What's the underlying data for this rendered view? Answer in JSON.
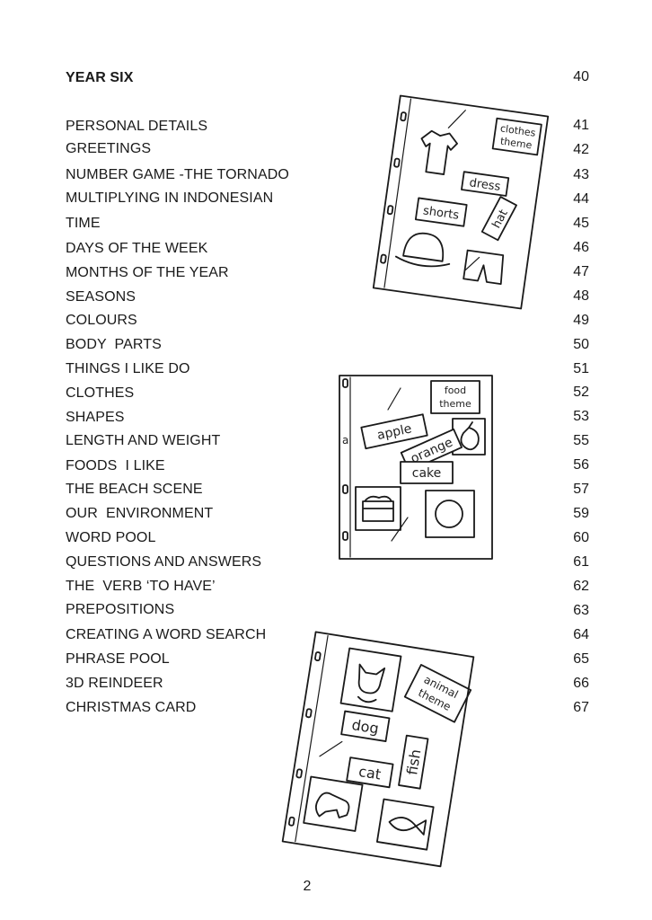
{
  "heading": {
    "title": "YEAR SIX",
    "page": "40"
  },
  "entries": [
    {
      "title": "PERSONAL DETAILS",
      "page": "41"
    },
    {
      "title": "GREETINGS",
      "page": "42"
    },
    {
      "title": "NUMBER GAME -THE TORNADO",
      "page": "43"
    },
    {
      "title": "MULTIPLYING IN INDONESIAN",
      "page": "44"
    },
    {
      "title": "TIME",
      "page": "45"
    },
    {
      "title": "DAYS OF THE WEEK",
      "page": "46"
    },
    {
      "title": "MONTHS OF THE YEAR",
      "page": "47"
    },
    {
      "title": "SEASONS",
      "page": "48"
    },
    {
      "title": "COLOURS",
      "page": "49"
    },
    {
      "title": "BODY  PARTS",
      "page": "50"
    },
    {
      "title": "THINGS I LIKE DO",
      "page": "51"
    },
    {
      "title": "CLOTHES",
      "page": "52"
    },
    {
      "title": "SHAPES",
      "page": "53"
    },
    {
      "title": "LENGTH AND WEIGHT",
      "page": "55"
    },
    {
      "title": "FOODS  I LIKE",
      "page": "56"
    },
    {
      "title": "THE BEACH SCENE",
      "page": "57"
    },
    {
      "title": "OUR  ENVIRONMENT",
      "page": "59"
    },
    {
      "title": "WORD POOL",
      "page": "60"
    },
    {
      "title": "QUESTIONS AND ANSWERS",
      "page": "61"
    },
    {
      "title": "THE  VERB ‘TO HAVE’",
      "page": "62"
    },
    {
      "title": "PREPOSITIONS",
      "page": "63"
    },
    {
      "title": "CREATING A WORD SEARCH",
      "page": "64"
    },
    {
      "title": "PHRASE POOL",
      "page": "65"
    },
    {
      "title": "3D REINDEER",
      "page": "66"
    },
    {
      "title": "CHRISTMAS CARD",
      "page": "67"
    }
  ],
  "illustrations": {
    "clothes": {
      "theme_line1": "clothes",
      "theme_line2": "theme",
      "word1": "dress",
      "word2": "shorts",
      "word3": "hat"
    },
    "food": {
      "theme_line1": "food",
      "theme_line2": "theme",
      "word1": "apple",
      "word2": "orange",
      "word3": "cake",
      "margin_mark": "a"
    },
    "animal": {
      "theme_line1": "animal",
      "theme_line2": "theme",
      "word1": "dog",
      "word2": "cat",
      "word3": "fish"
    }
  },
  "page_number": "2"
}
